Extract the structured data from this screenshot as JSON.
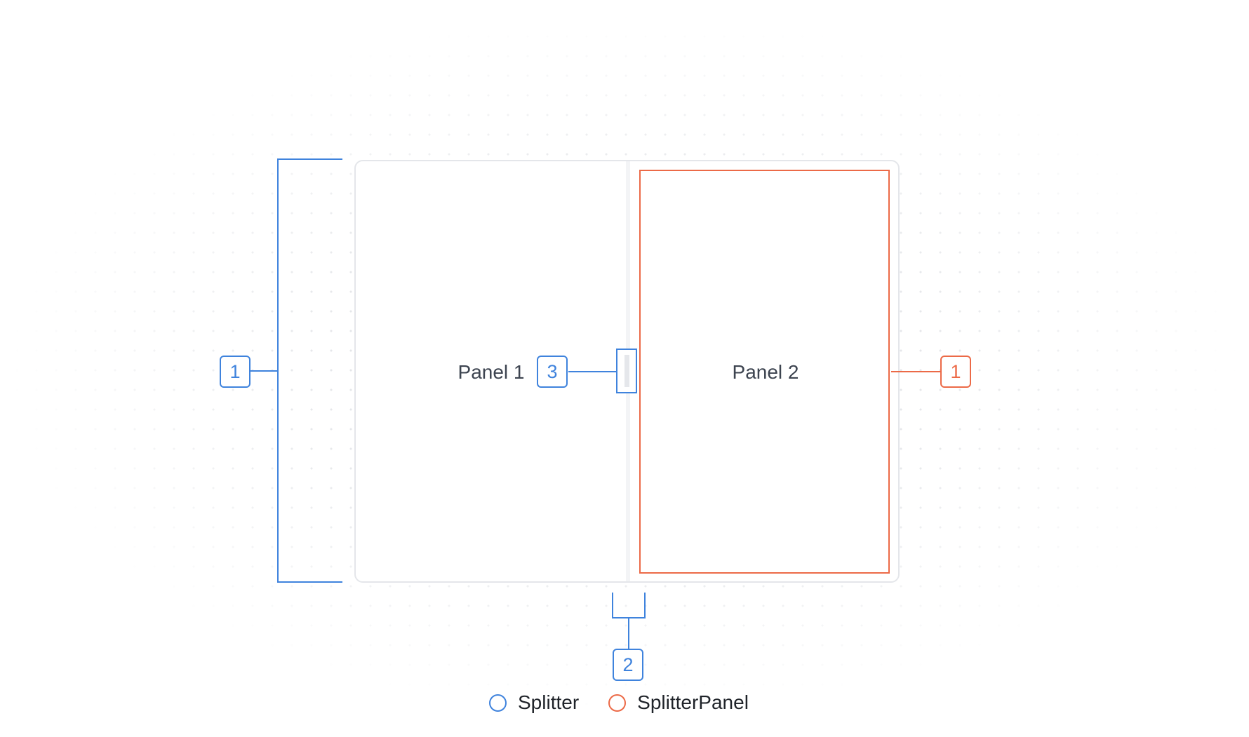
{
  "panels": {
    "panel1_label": "Panel 1",
    "panel2_label": "Panel 2"
  },
  "callouts": {
    "splitter_root": "1",
    "splitter_panel": "1",
    "panel_gap": "2",
    "resize_handle": "3"
  },
  "legend": [
    {
      "label": "Splitter",
      "color": "#3f83dd"
    },
    {
      "label": "SplitterPanel",
      "color": "#ec6a47"
    }
  ],
  "colors": {
    "splitter_accent": "#3f83dd",
    "panel_accent": "#ec6a47",
    "container_border": "#e4e6ea",
    "dot_grid": "#d4d7dc"
  }
}
